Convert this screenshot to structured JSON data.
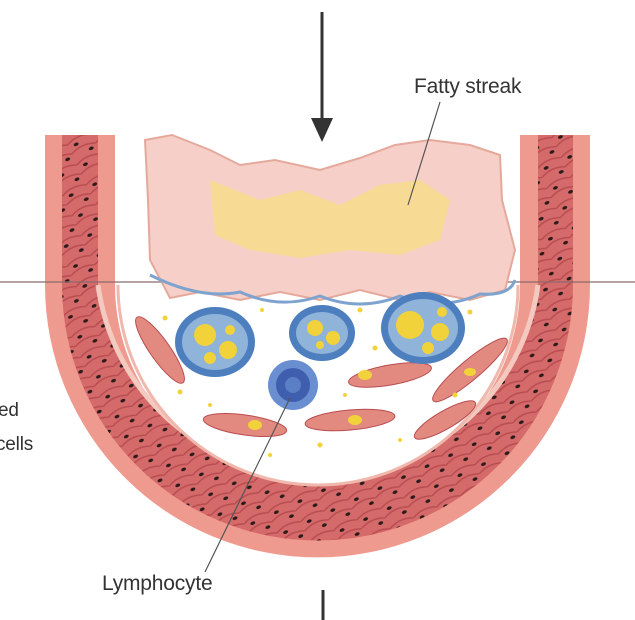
{
  "labels": {
    "fatty_streak": "Fatty streak",
    "lymphocyte": "Lymphocyte",
    "cut_left_line1": "ed",
    "cut_left_line2": "cells"
  },
  "colors": {
    "adventitia": "#ef9a8f",
    "media": "#d56a6a",
    "media_dark": "#b84c50",
    "intima_band": "#f4c9bf",
    "fatty_streak_fill": "#f6cfc8",
    "fatty_streak_core": "#f7dc8a",
    "foam_cell_outer": "#4d7fbf",
    "foam_cell_inner": "#8fb3d9",
    "lipid": "#f2d23b",
    "lymphocyte_outer": "#6a8fd0",
    "lymphocyte_inner": "#3f5fae",
    "smooth_muscle": "#e28a80",
    "arrow": "#333333",
    "label_text": "#333333"
  }
}
